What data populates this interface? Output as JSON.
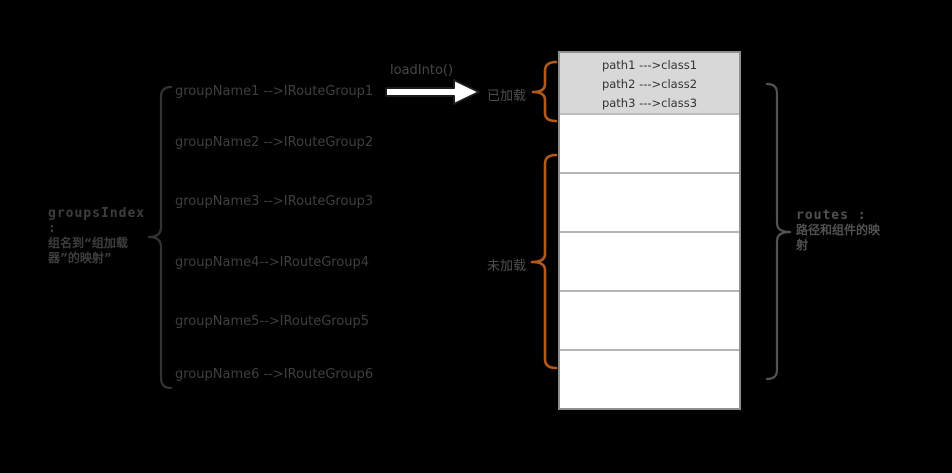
{
  "colors": {
    "bg": "#000000",
    "textDark": "#3f3f3f",
    "textGray": "#4f4f4f",
    "darkBrace": "#333333",
    "grayBrace": "#525252",
    "orangeBrace": "#b2591b",
    "tableBorder": "#8f8f8f",
    "rowDivider": "#b5b5b5",
    "loadedRowBg": "#d8d8d8",
    "loadedRowText": "#333333",
    "arrowFill": "#ffffff",
    "arrowOutline": "#1c1c1c"
  },
  "groups_index": {
    "lines": [
      "groupsIndex",
      ":",
      "组名到“组加载",
      "器”的映射”"
    ]
  },
  "groups": [
    "groupName1 -->IRouteGroup1",
    "groupName2 -->IRouteGroup2",
    "groupName3 -->IRouteGroup3",
    "groupName4-->IRouteGroup4",
    "groupName5-->IRouteGroup5",
    "groupName6 -->IRouteGroup6"
  ],
  "arrow": {
    "label": "loadInto()"
  },
  "status": {
    "loaded": "已加载",
    "unloaded": "未加载"
  },
  "table": {
    "loaded_row_lines": [
      "path1 --->class1",
      "path2 --->class2",
      "path3 --->class3"
    ]
  },
  "routes": {
    "lines": [
      "routes :",
      "路径和组件的映",
      "射"
    ]
  }
}
